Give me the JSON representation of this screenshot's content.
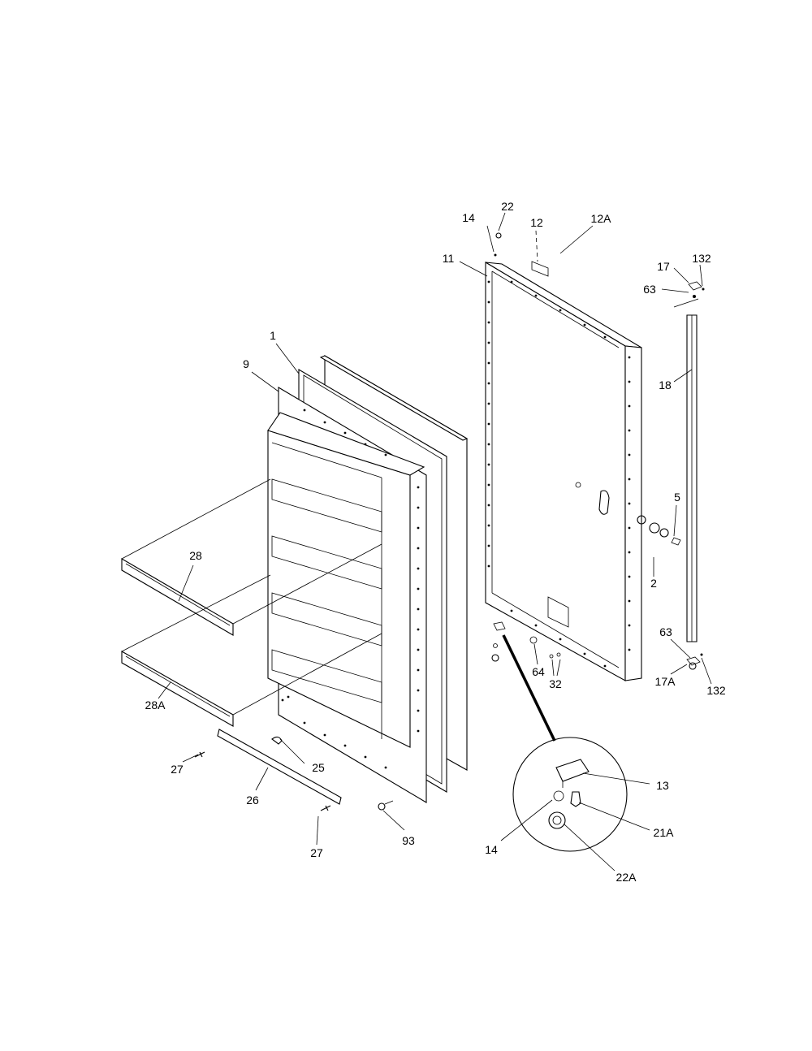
{
  "callouts": [
    {
      "id": "c-22-top",
      "label": "22"
    },
    {
      "id": "c-14-top",
      "label": "14"
    },
    {
      "id": "c-12",
      "label": "12"
    },
    {
      "id": "c-12a",
      "label": "12A"
    },
    {
      "id": "c-11",
      "label": "11"
    },
    {
      "id": "c-17",
      "label": "17"
    },
    {
      "id": "c-132-top",
      "label": "132"
    },
    {
      "id": "c-63-top",
      "label": "63"
    },
    {
      "id": "c-1",
      "label": "1"
    },
    {
      "id": "c-9",
      "label": "9"
    },
    {
      "id": "c-18",
      "label": "18"
    },
    {
      "id": "c-5",
      "label": "5"
    },
    {
      "id": "c-28",
      "label": "28"
    },
    {
      "id": "c-2",
      "label": "2"
    },
    {
      "id": "c-63-bot",
      "label": "63"
    },
    {
      "id": "c-64",
      "label": "64"
    },
    {
      "id": "c-32",
      "label": "32"
    },
    {
      "id": "c-17a",
      "label": "17A"
    },
    {
      "id": "c-132-bot",
      "label": "132"
    },
    {
      "id": "c-28a",
      "label": "28A"
    },
    {
      "id": "c-27-top",
      "label": "27"
    },
    {
      "id": "c-25",
      "label": "25"
    },
    {
      "id": "c-26",
      "label": "26"
    },
    {
      "id": "c-13",
      "label": "13"
    },
    {
      "id": "c-21a",
      "label": "21A"
    },
    {
      "id": "c-14-bot",
      "label": "14"
    },
    {
      "id": "c-22a",
      "label": "22A"
    },
    {
      "id": "c-27-bot",
      "label": "27"
    },
    {
      "id": "c-93",
      "label": "93"
    }
  ]
}
